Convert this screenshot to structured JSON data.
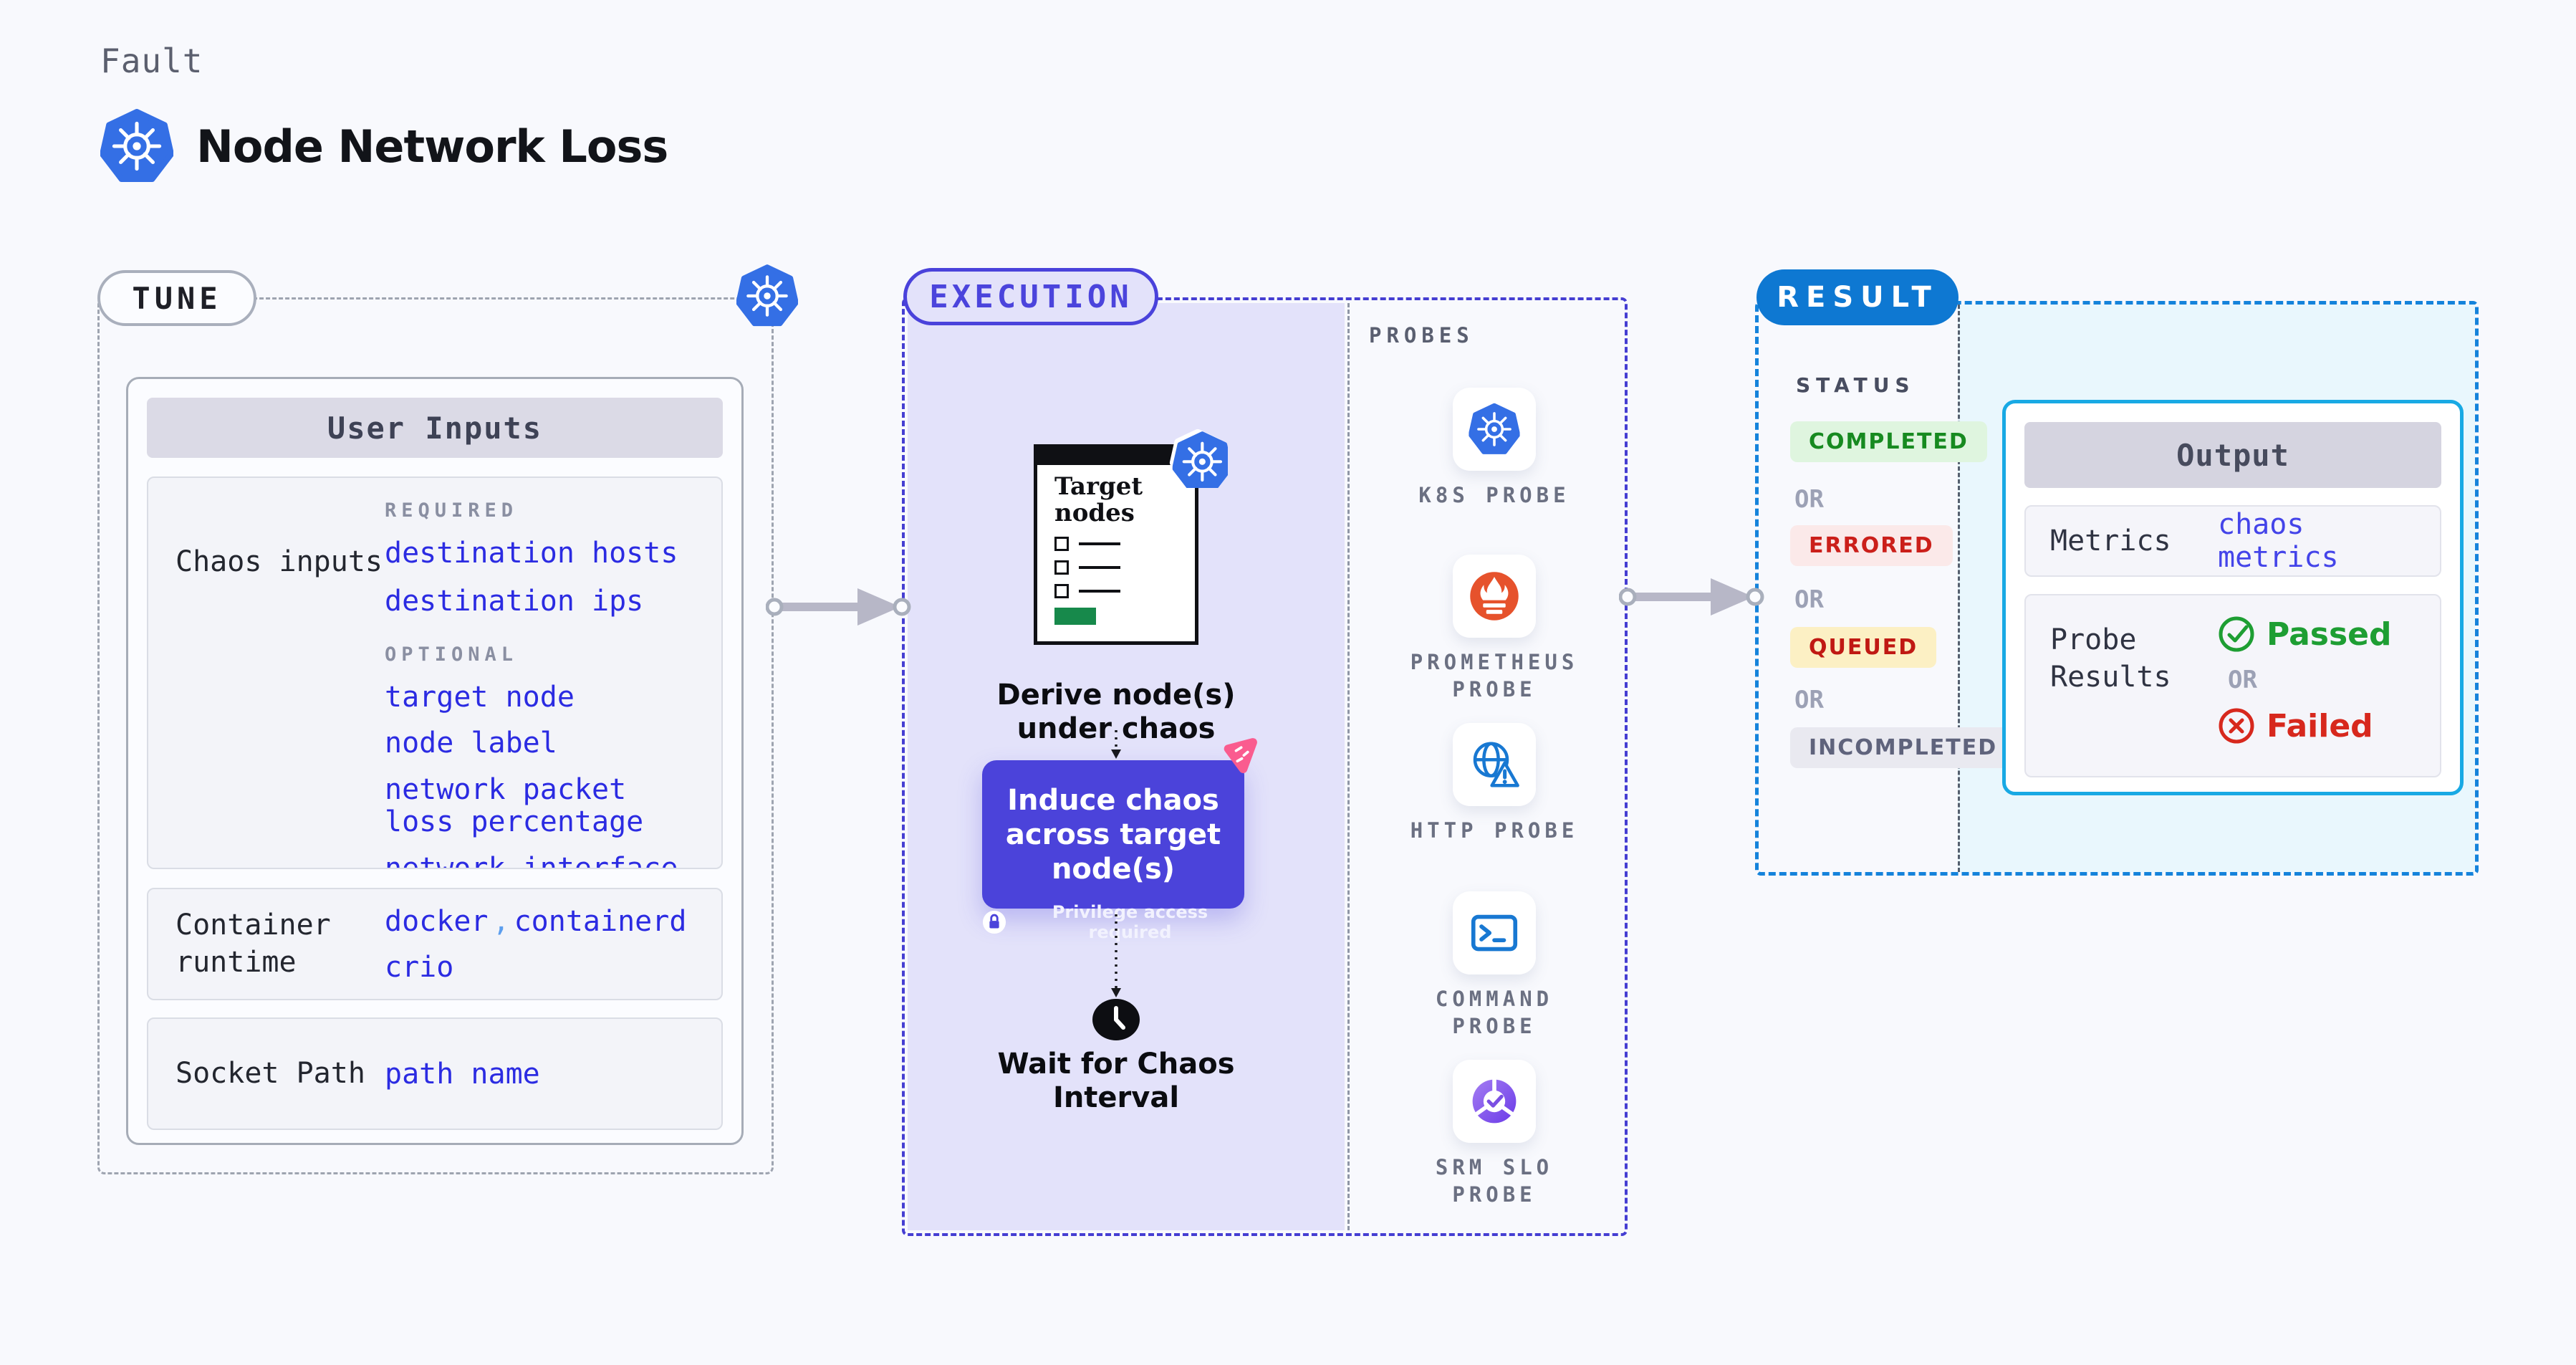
{
  "colors": {
    "background": "#F8F9FD",
    "kubernetes_blue": "#346FE5",
    "indigo_accent": "#4B43DA",
    "execution_fill": "#E3E2FA",
    "result_blue": "#0E78D2",
    "output_border_cyan": "#18A9E4",
    "cyan_fill": "#E9F7FD",
    "link_blue": "#2B2BE2",
    "passed_green": "#1E9E33",
    "failed_red": "#D7281D",
    "litmus_pink": "#FA5C8F",
    "prometheus_orange": "#E6522C"
  },
  "header": {
    "kicker": "Fault",
    "title": "Node Network Loss"
  },
  "tune": {
    "badge": "TUNE",
    "user_inputs": {
      "title": "User Inputs",
      "chaos_inputs": {
        "label": "Chaos inputs",
        "required_heading": "REQUIRED",
        "required_items": [
          "destination hosts",
          "destination ips"
        ],
        "optional_heading": "OPTIONAL",
        "optional_items": [
          "target node",
          "node label",
          "network packet loss percentage",
          "network interface"
        ]
      },
      "container_runtime": {
        "label": "Container runtime",
        "values": [
          "docker",
          "containerd",
          "crio"
        ],
        "separator": ","
      },
      "socket_path": {
        "label": "Socket Path",
        "value": "path name"
      }
    }
  },
  "execution": {
    "badge": "EXECUTION",
    "target_card": {
      "title": "Target nodes"
    },
    "derive_label": "Derive node(s) under chaos",
    "induce_label": "Induce chaos across target node(s)",
    "privilege_label": "Privilege access required",
    "wait_label": "Wait for Chaos Interval",
    "probes": {
      "heading": "PROBES",
      "items": [
        {
          "label": "K8S PROBE",
          "icon": "kubernetes-icon"
        },
        {
          "label": "PROMETHEUS PROBE",
          "icon": "prometheus-icon"
        },
        {
          "label": "HTTP PROBE",
          "icon": "http-globe-icon"
        },
        {
          "label": "COMMAND PROBE",
          "icon": "terminal-icon"
        },
        {
          "label": "SRM SLO PROBE",
          "icon": "slo-gauge-icon"
        }
      ]
    }
  },
  "result": {
    "badge": "RESULT",
    "status_heading": "STATUS",
    "separator": "OR",
    "statuses": [
      {
        "label": "COMPLETED",
        "text_color": "#178A20",
        "bg_color": "#DFF5DF"
      },
      {
        "label": "ERRORED",
        "text_color": "#CB1F1A",
        "bg_color": "#FBE9E9"
      },
      {
        "label": "QUEUED",
        "text_color": "#C01913",
        "bg_color": "#FCF0C4"
      },
      {
        "label": "INCOMPLETED",
        "text_color": "#5F637C",
        "bg_color": "#E9E9F0"
      }
    ],
    "output": {
      "title": "Output",
      "metrics_label": "Metrics",
      "metrics_value": "chaos metrics",
      "probe_results_label": "Probe Results",
      "passed_label": "Passed",
      "failed_label": "Failed"
    }
  }
}
